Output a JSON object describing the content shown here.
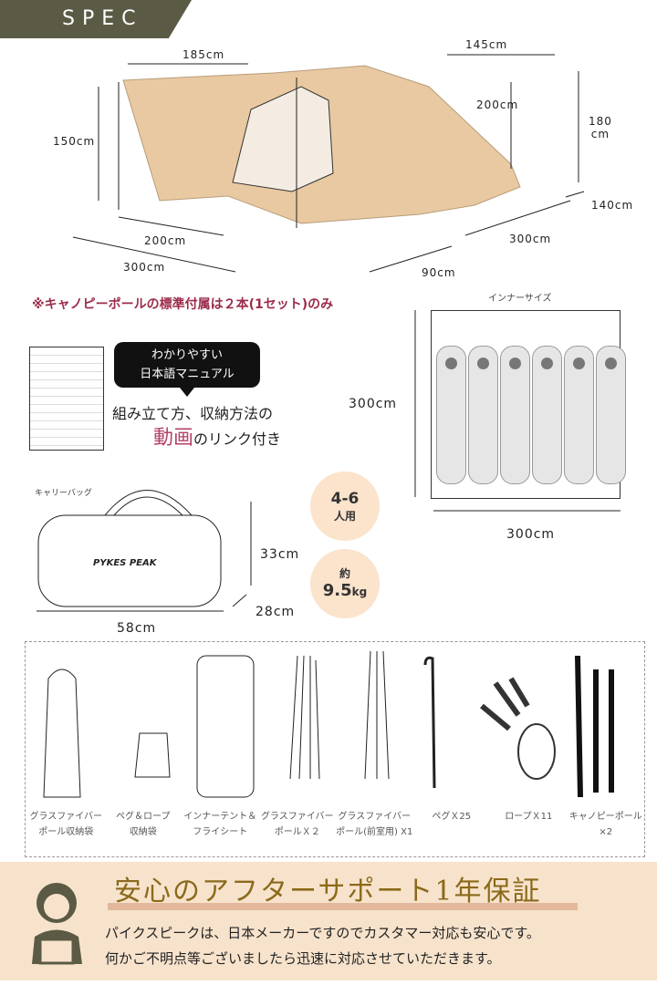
{
  "header": {
    "title": "SPEC"
  },
  "tent_dimensions": {
    "top_width": "185cm",
    "top_right": "145cm",
    "vestibule_depth": "200cm",
    "height": "180",
    "height_unit": "cm",
    "front_height": "150cm",
    "side_right": "140cm",
    "front_bottom": "200cm",
    "side_bottom": "300cm",
    "bottom_left": "300cm",
    "canopy_gap": "90cm"
  },
  "note": "※キャノピーポールの標準付属は２本(1セット)のみ",
  "inner": {
    "label": "インナーサイズ",
    "depth": "300cm",
    "width": "300cm",
    "sleepers": 6
  },
  "manual": {
    "bubble_line1": "わかりやすい",
    "bubble_line2": "日本語マニュアル",
    "line1": "組み立て方、収納方法の",
    "line2_highlight": "動画",
    "line2_rest": "のリンク付き",
    "accent_color": "#b5426a"
  },
  "bag": {
    "label": "キャリーバッグ",
    "height": "33cm",
    "depth": "28cm",
    "width": "58cm",
    "brand": "PYKES PEAK"
  },
  "badges": {
    "capacity": "4-6",
    "capacity_unit": "人用",
    "weight_prefix": "約",
    "weight": "9.5",
    "weight_unit": "kg"
  },
  "items": [
    {
      "line1": "グラスファイバー",
      "line2": "ポール収納袋"
    },
    {
      "line1": "ペグ＆ロープ",
      "line2": "収納袋"
    },
    {
      "line1": "インナーテント＆",
      "line2": "フライシート"
    },
    {
      "line1": "グラスファイバー",
      "line2": "ポールＸ２"
    },
    {
      "line1": "グラスファイバー",
      "line2": "ポール(前室用) X1"
    },
    {
      "line1": "ペグＸ25",
      "line2": ""
    },
    {
      "line1": "ロープＸ11",
      "line2": ""
    },
    {
      "line1": "キャノピーポール×2",
      "line2": ""
    }
  ],
  "support": {
    "title": "安心のアフターサポート1年保証",
    "line1": "パイクスピークは、日本メーカーですのでカスタマー対応も安心です。",
    "line2": "何かご不明点等ございましたら迅速に対応させていただきます。"
  },
  "colors": {
    "header_bg": "#5b5a45",
    "tent": "#e8c9a2",
    "badge_bg": "#fbe3cc",
    "banner_bg": "#f7e3cc",
    "title": "#8a6a1a",
    "note": "#9b2c4a"
  }
}
